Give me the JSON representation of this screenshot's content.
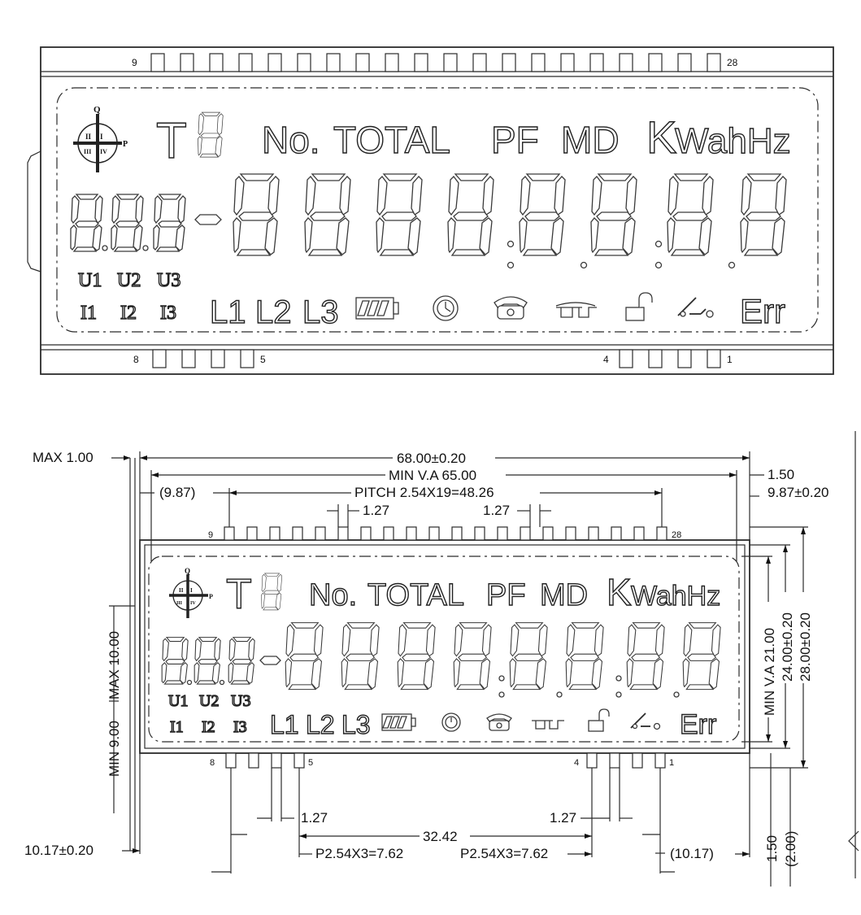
{
  "pin_labels": {
    "top_left": "9",
    "top_right": "28",
    "bottom_left": "8",
    "bottom_left_end": "5",
    "bottom_right": "4",
    "bottom_right_end": "1"
  },
  "lcd": {
    "t_label": "T",
    "no_label": "No.",
    "total_label": "TOTAL",
    "pf_label": "PF",
    "md_label": "MD",
    "k_label": "K",
    "wah_label": "WahHz",
    "quadrant_q": "Q",
    "quadrant_p": "P",
    "quadrant_1": "I",
    "quadrant_2": "II",
    "quadrant_3": "III",
    "quadrant_4": "IV",
    "u1": "U1",
    "u2": "U2",
    "u3": "U3",
    "i1": "I1",
    "i2": "I2",
    "i3": "I3",
    "l1": "L1",
    "l2": "L2",
    "l3": "L3",
    "err_label": "Err"
  },
  "dimensions": {
    "max_thickness": "MAX  1.00",
    "overall_width": "68.00±0.20",
    "min_va_width": "MIN  V.A  65.00",
    "right_offset": "1.50",
    "right_pin_offset": "9.87±0.20",
    "left_pin_offset": "(9.87)",
    "pitch": "PITCH  2.54X19=48.26",
    "pin_width_left": "1.27",
    "pin_width_right": "1.27",
    "max_pin_length": "MAX  10.00",
    "min_pin_length": "MIN  9.00",
    "min_va_height": "MIN  V.A  21.00",
    "height_inner": "24.00±0.20",
    "height_outer": "28.00±0.20",
    "bottom_left_offset": "10.17±0.20",
    "bottom_pin_width_left": "1.27",
    "bottom_pin_width_right": "1.27",
    "bottom_span": "32.42",
    "bottom_pitch_left": "P2.54X3=7.62",
    "bottom_pitch_right": "P2.54X3=7.62",
    "bottom_right_offset": "(10.17)",
    "bottom_thickness": "1.50",
    "bottom_thickness_alt": "(2.00)"
  }
}
